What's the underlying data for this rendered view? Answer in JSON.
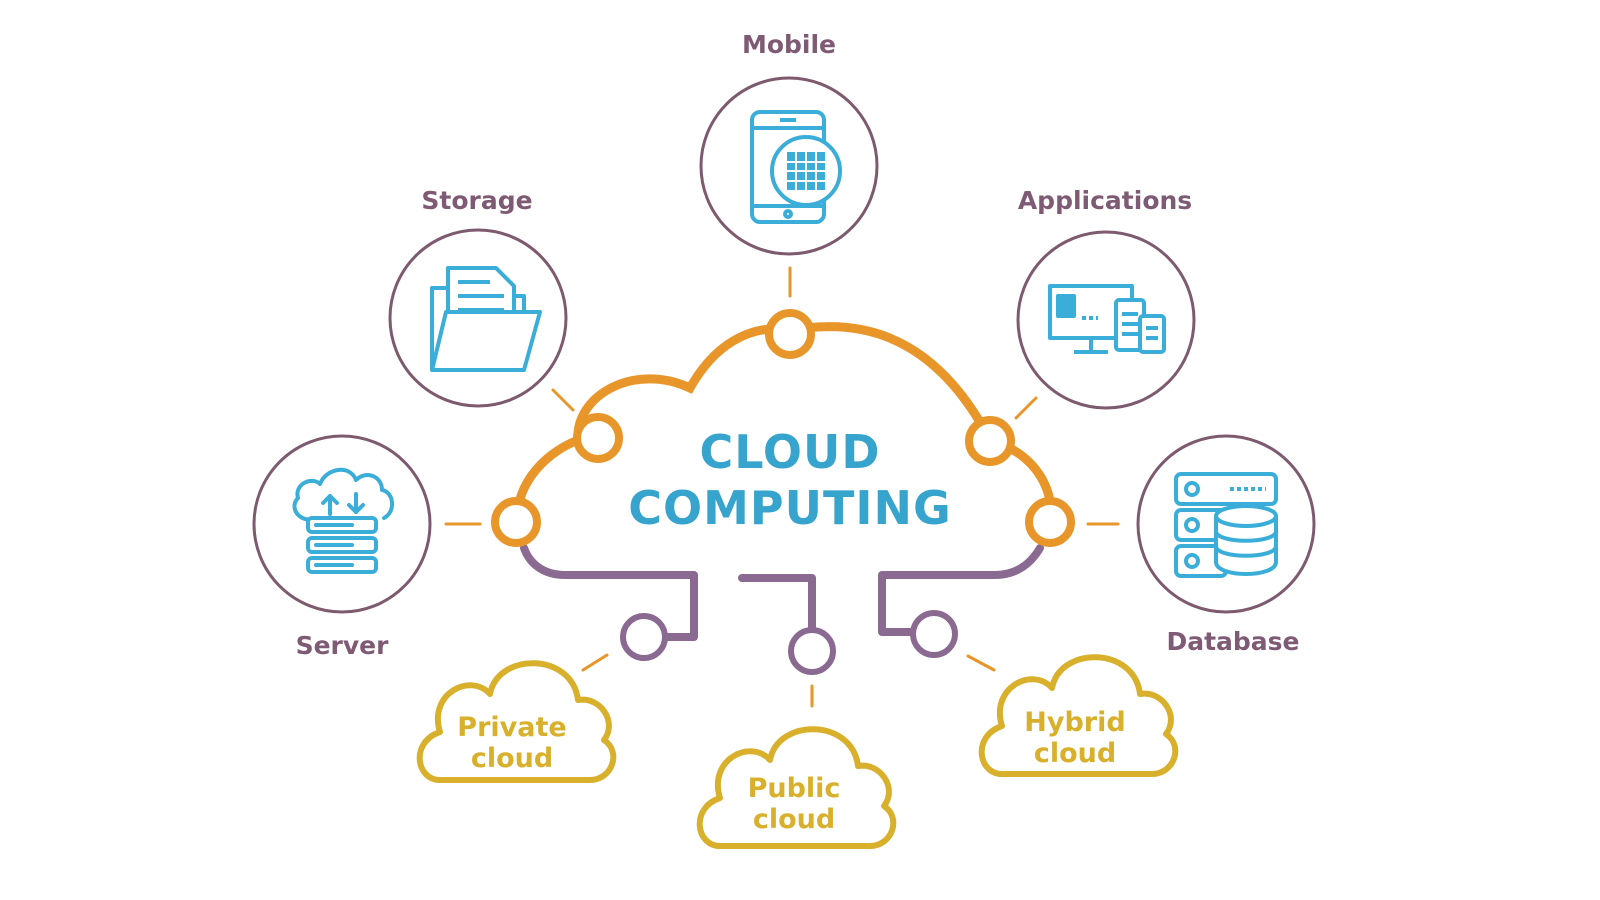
{
  "diagram": {
    "title_line1": "CLOUD",
    "title_line2": "COMPUTING",
    "nodes": {
      "mobile": {
        "label": "Mobile",
        "icon": "mobile-phone-icon"
      },
      "storage": {
        "label": "Storage",
        "icon": "folder-documents-icon"
      },
      "applications": {
        "label": "Applications",
        "icon": "devices-icon"
      },
      "server": {
        "label": "Server",
        "icon": "cloud-server-icon"
      },
      "database": {
        "label": "Database",
        "icon": "database-icon"
      }
    },
    "clouds": {
      "private": {
        "line1": "Private",
        "line2": "cloud"
      },
      "public": {
        "line1": "Public",
        "line2": "cloud"
      },
      "hybrid": {
        "line1": "Hybrid",
        "line2": "cloud"
      }
    }
  },
  "colors": {
    "orange": "#e8962a",
    "purple": "#8b6a92",
    "circle_border": "#7d5a6e",
    "label": "#7e5a74",
    "icon": "#3aaed8",
    "title": "#36a4cc",
    "gold": "#d8b02c"
  }
}
